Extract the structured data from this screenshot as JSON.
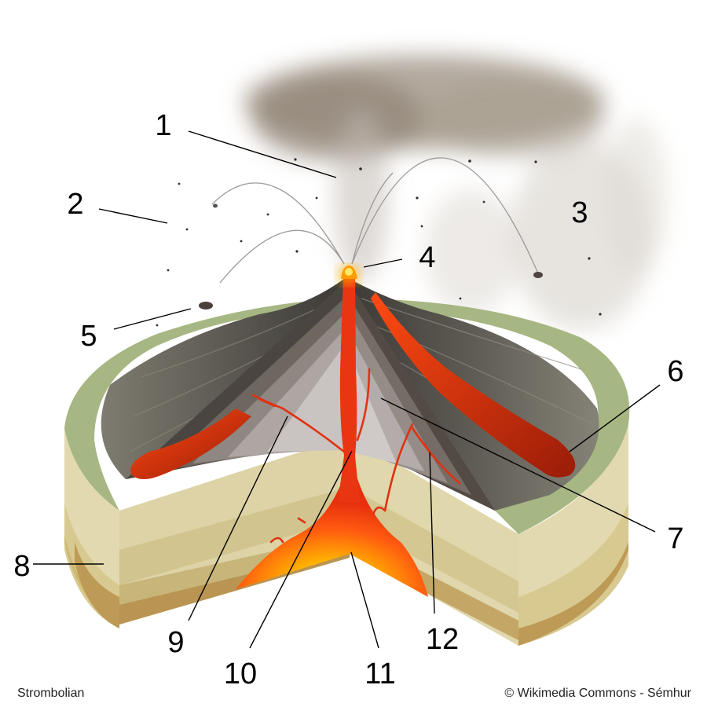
{
  "caption": "Strombolian",
  "credit": "© Wikimedia Commons - Sémhur",
  "callouts": [
    "1",
    "2",
    "3",
    "4",
    "5",
    "6",
    "7",
    "8",
    "9",
    "10",
    "11",
    "12"
  ]
}
